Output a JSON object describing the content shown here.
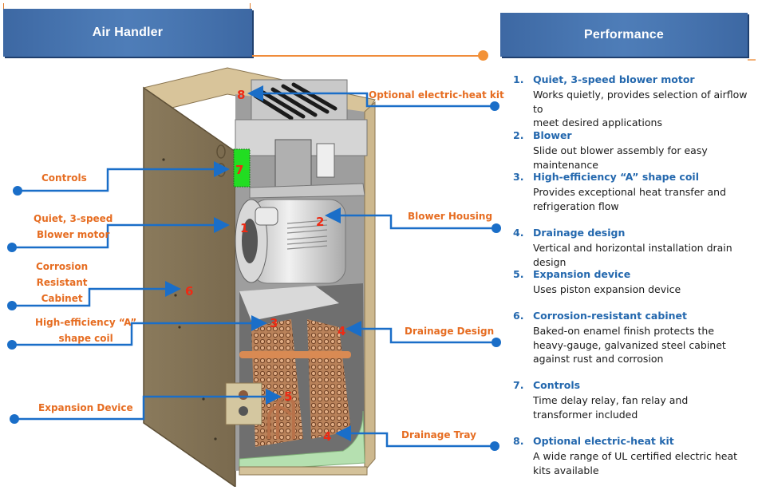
{
  "headers": {
    "left": "Air Handler",
    "right": "Performance"
  },
  "colors": {
    "header_blue": "#3d68a3",
    "callout_orange": "#e66d22",
    "connector_blue": "#1a6ec8",
    "marker_red": "#ee2a14",
    "title_blue": "#2468ae",
    "accent_orange": "#f39237"
  },
  "callouts": {
    "left": [
      {
        "label": "Controls",
        "marker": "7"
      },
      {
        "label": "Quiet, 3-speed\nBlower motor",
        "marker": "1"
      },
      {
        "label": "Corrosion\nResistant\nCabinet",
        "marker": "6"
      },
      {
        "label": "High-efficiency “A”\nshape coil",
        "marker": "3"
      },
      {
        "label": "Expansion Device",
        "marker": "5"
      }
    ],
    "right": [
      {
        "label": "Optional electric-heat kit",
        "marker": "8"
      },
      {
        "label": "Blower Housing",
        "marker": "2"
      },
      {
        "label": "Drainage Design",
        "marker": "4"
      },
      {
        "label": "Drainage Tray",
        "marker": "4"
      }
    ]
  },
  "performance": [
    {
      "num": "1.",
      "title": "Quiet, 3-speed blower motor",
      "desc": "Works quietly, provides selection of airflow to\nmeet desired applications"
    },
    {
      "num": "2.",
      "title": "Blower",
      "desc": "Slide out blower assembly for easy maintenance"
    },
    {
      "num": "3.",
      "title": "High-efficiency “A” shape coil",
      "desc": "Provides exceptional heat transfer and\nrefrigeration  flow"
    },
    {
      "num": "4.",
      "title": "Drainage design",
      "desc": "Vertical and horizontal installation drain design"
    },
    {
      "num": "5.",
      "title": "Expansion device",
      "desc": "Uses piston expansion device"
    },
    {
      "num": "6.",
      "title": "Corrosion-resistant cabinet",
      "desc": "Baked-on enamel finish protects the\nheavy-gauge, galvanized steel cabinet\nagainst rust and corrosion"
    },
    {
      "num": "7.",
      "title": "Controls",
      "desc": "Time delay relay, fan relay and\ntransformer included"
    },
    {
      "num": "8.",
      "title": "Optional electric-heat kit",
      "desc": "A wide range of UL certified electric heat\nkits available"
    }
  ]
}
